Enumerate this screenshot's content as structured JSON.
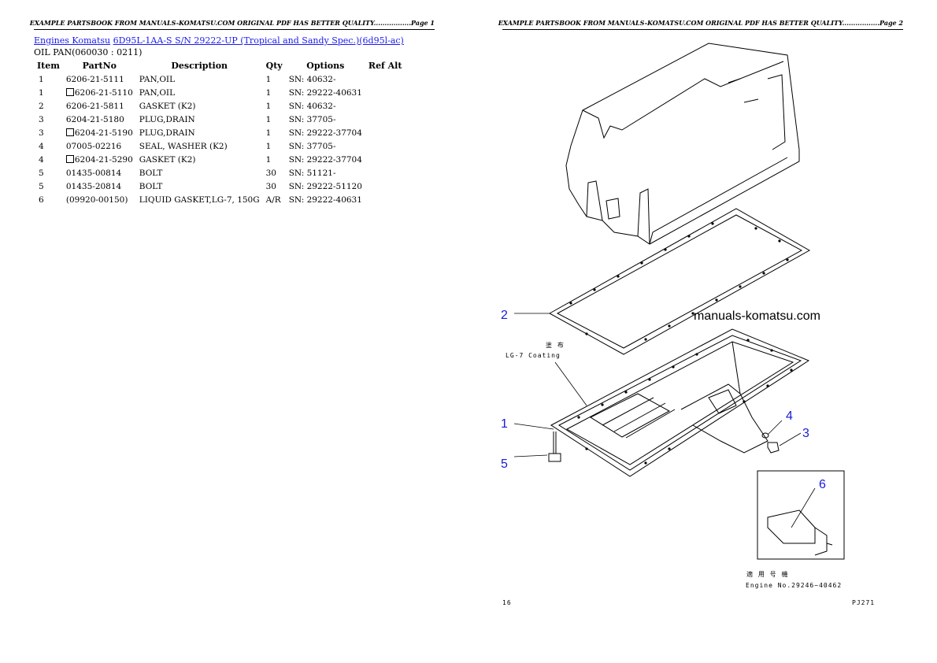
{
  "page1": {
    "header": "EXAMPLE PARTSBOOK FROM MANUALS-KOMATSU.COM ORIGINAL PDF HAS BETTER QUALITY.................Page 1",
    "breadcrumb": {
      "engines": "Engines Komatsu",
      "model": "6D95L-1AA-S S/N 29222-UP (Tropical and Sandy Spec.)(6d95l-ac)"
    },
    "section_title": "OIL PAN(060030 : 0211)",
    "columns": [
      "Item",
      "PartNo",
      "Description",
      "Qty",
      "Options",
      "Ref Alt"
    ],
    "rows": [
      {
        "item": "1",
        "boxed": false,
        "partno": "6206-21-5111",
        "desc": "PAN,OIL",
        "qty": "1",
        "options": "SN: 40632-"
      },
      {
        "item": "1",
        "boxed": true,
        "partno": "6206-21-5110",
        "desc": "PAN,OIL",
        "qty": "1",
        "options": "SN: 29222-40631"
      },
      {
        "item": "2",
        "boxed": false,
        "partno": "6206-21-5811",
        "desc": "GASKET (K2)",
        "qty": "1",
        "options": "SN: 40632-"
      },
      {
        "item": "3",
        "boxed": false,
        "partno": "6204-21-5180",
        "desc": "PLUG,DRAIN",
        "qty": "1",
        "options": "SN: 37705-"
      },
      {
        "item": "3",
        "boxed": true,
        "partno": "6204-21-5190",
        "desc": "PLUG,DRAIN",
        "qty": "1",
        "options": "SN: 29222-37704"
      },
      {
        "item": "4",
        "boxed": false,
        "partno": "07005-02216",
        "desc": "SEAL, WASHER (K2)",
        "qty": "1",
        "options": "SN: 37705-"
      },
      {
        "item": "4",
        "boxed": true,
        "partno": "6204-21-5290",
        "desc": "GASKET (K2)",
        "qty": "1",
        "options": "SN: 29222-37704"
      },
      {
        "item": "5",
        "boxed": false,
        "partno": "01435-00814",
        "desc": "BOLT",
        "qty": "30",
        "options": "SN: 51121-"
      },
      {
        "item": "5",
        "boxed": false,
        "partno": "01435-20814",
        "desc": "BOLT",
        "qty": "30",
        "options": "SN: 29222-51120"
      },
      {
        "item": "6",
        "boxed": false,
        "partno": "(09920-00150)",
        "desc": "LIQUID GASKET,LG-7, 150G",
        "qty": "A/R",
        "options": "SN: 29222-40631"
      }
    ]
  },
  "page2": {
    "header": "EXAMPLE PARTSBOOK FROM MANUALS-KOMATSU.COM ORIGINAL PDF HAS BETTER QUALITY.................Page 2",
    "watermark": "manuals-komatsu.com",
    "coating_jp": "塗 布",
    "coating_en": "LG-7 Coating",
    "applicable_jp": "適 用 号 機",
    "engine_no": "Engine No.29246~40462",
    "page_num": "16",
    "fig_code": "PJ271",
    "callouts": [
      "1",
      "2",
      "3",
      "4",
      "5",
      "6"
    ]
  }
}
